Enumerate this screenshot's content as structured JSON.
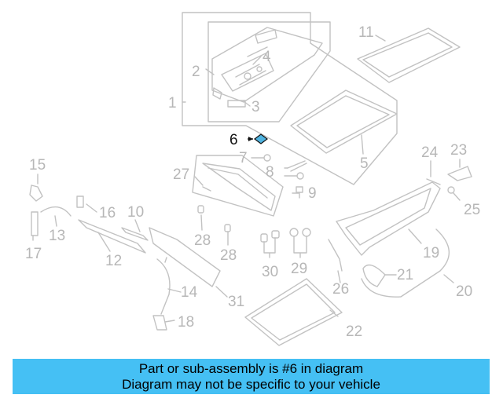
{
  "diagram": {
    "highlighted_part": "6",
    "callouts": [
      "1",
      "2",
      "3",
      "4",
      "5",
      "6",
      "7",
      "8",
      "9",
      "10",
      "11",
      "12",
      "13",
      "14",
      "15",
      "16",
      "17",
      "18",
      "19",
      "20",
      "21",
      "22",
      "23",
      "24",
      "25",
      "26",
      "27",
      "28",
      "28",
      "29",
      "30",
      "31"
    ],
    "colors": {
      "line": "#c2c2c2",
      "highlight": "#4fb3e0",
      "highlight_text": "#111111",
      "callout_text": "#b7b7b7"
    }
  },
  "banner": {
    "line1": "Part or sub-assembly is #6 in diagram",
    "line2": "Diagram may not be specific to your vehicle",
    "color": "#45c0f4"
  }
}
